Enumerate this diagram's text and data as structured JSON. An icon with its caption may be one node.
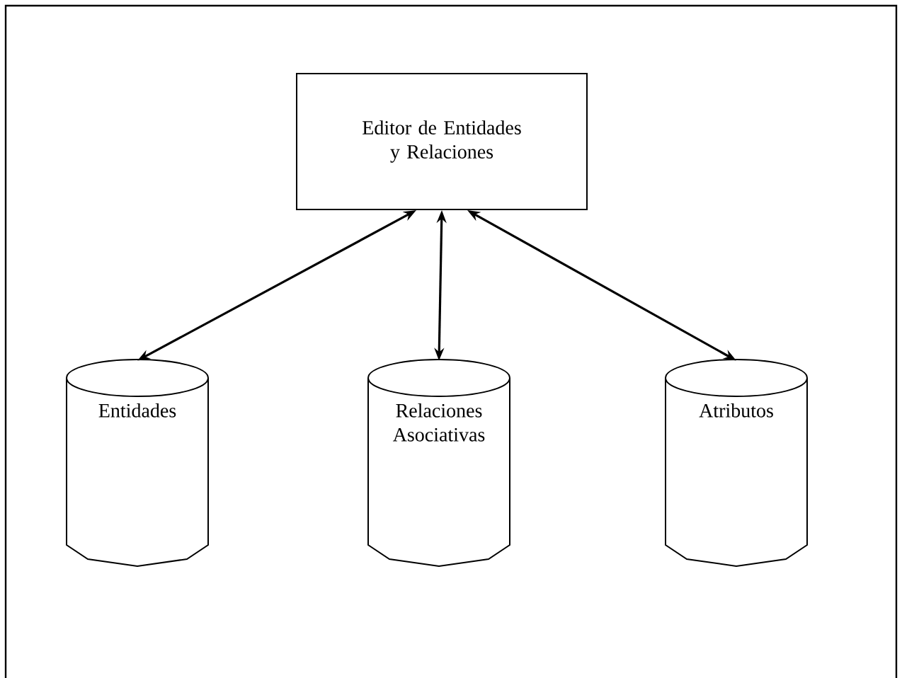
{
  "diagram": {
    "nodes": [
      {
        "text": [
          "Editor de Entidades y Relaciones"
        ]
      },
      {
        "text": [
          "Entidades"
        ]
      },
      {
        "text": [
          "Relaciones Asociativas"
        ]
      },
      {
        "text": [
          "Atributos"
        ]
      }
    ],
    "edges": [
      {
        "from": 0,
        "to": 1,
        "arrow": "both"
      },
      {
        "from": 0,
        "to": 2,
        "arrow": "both"
      },
      {
        "from": 0,
        "to": 3,
        "arrow": "both"
      }
    ]
  }
}
